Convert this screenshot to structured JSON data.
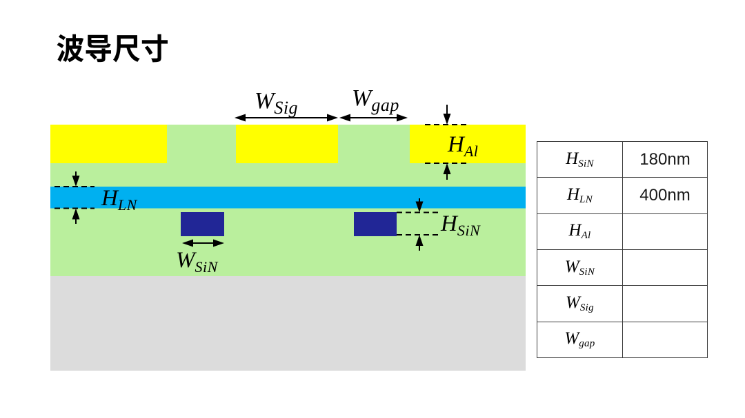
{
  "page": {
    "background": "#ffffff"
  },
  "title": {
    "text": "波导尺寸"
  },
  "diagram": {
    "colors": {
      "cladding": "#baef9d",
      "electrode": "#ffff00",
      "ln_film": "#00b0f0",
      "sin_waveguide": "#212696",
      "substrate": "#dcdcdc",
      "annotation": "#000000"
    },
    "labels": {
      "w_sig": {
        "main": "W",
        "sub": "Sig"
      },
      "w_gap": {
        "main": "W",
        "sub": "gap"
      },
      "h_al": {
        "main": "H",
        "sub": "Al"
      },
      "h_ln": {
        "main": "H",
        "sub": "LN"
      },
      "h_sin": {
        "main": "H",
        "sub": "SiN"
      },
      "w_sin": {
        "main": "W",
        "sub": "SiN"
      }
    }
  },
  "table": {
    "rows": [
      {
        "param_main": "H",
        "param_sub": "SiN",
        "value": "180nm"
      },
      {
        "param_main": "H",
        "param_sub": "LN",
        "value": "400nm"
      },
      {
        "param_main": "H",
        "param_sub": "Al",
        "value": ""
      },
      {
        "param_main": "W",
        "param_sub": "SiN",
        "value": ""
      },
      {
        "param_main": "W",
        "param_sub": "Sig",
        "value": ""
      },
      {
        "param_main": "W",
        "param_sub": "gap",
        "value": ""
      }
    ]
  }
}
